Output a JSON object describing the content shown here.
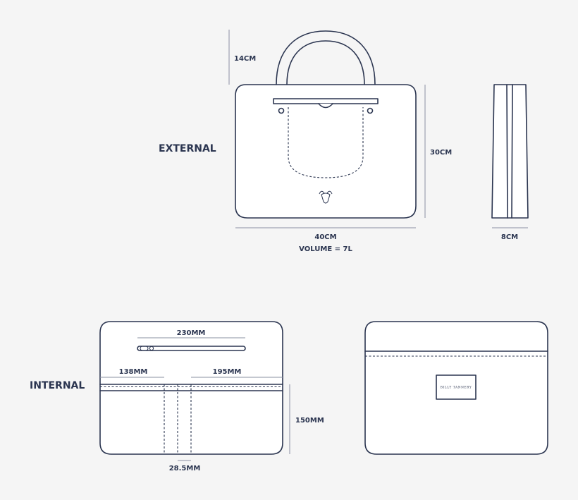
{
  "sections": {
    "external": "EXTERNAL",
    "internal": "INTERNAL"
  },
  "external": {
    "handle_height": "14CM",
    "height": "30CM",
    "width": "40CM",
    "volume": "VOLUME = 7L",
    "depth": "8CM"
  },
  "internal": {
    "zip_width": "230MM",
    "left_pocket": "138MM",
    "right_pocket": "195MM",
    "height": "150MM",
    "pen_slot": "28.5MM",
    "label": "BILLY TANNERY"
  },
  "colors": {
    "ink": "#2b3550",
    "dimension_line": "#8a90a2",
    "background": "#f5f5f5"
  }
}
